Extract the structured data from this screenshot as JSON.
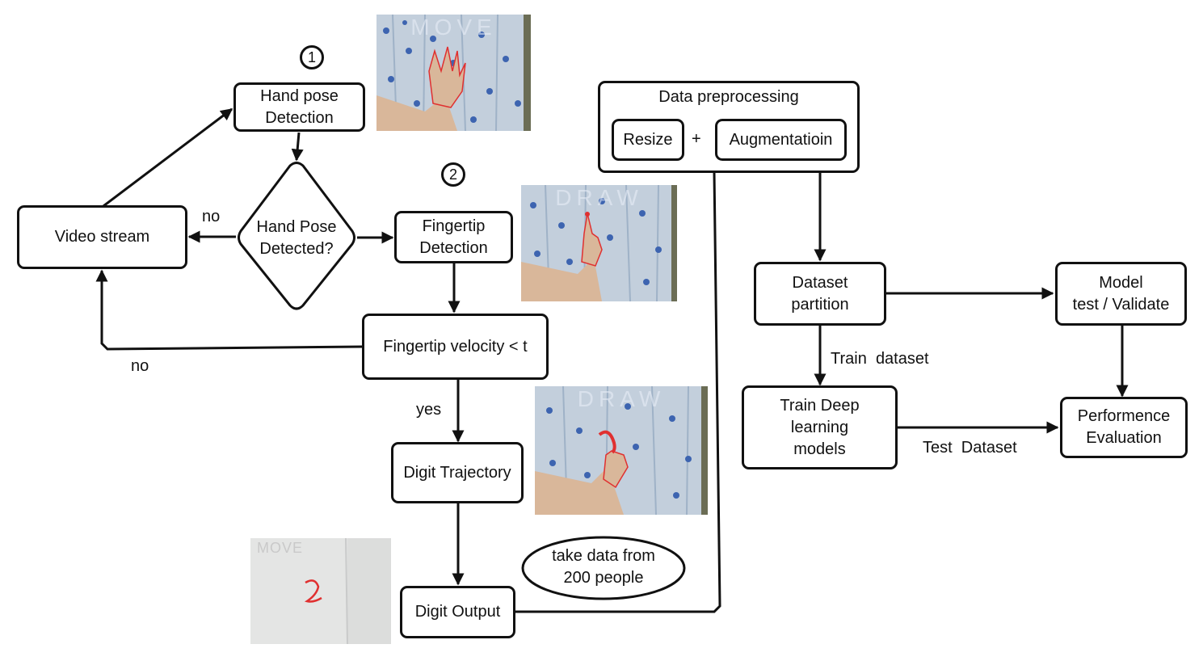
{
  "steps": {
    "step1": "1",
    "step2": "2"
  },
  "nodes": {
    "hand_pose_detection": "Hand pose\nDetection",
    "hand_pose_detected": "Hand Pose\nDetected?",
    "video_stream": "Video stream",
    "fingertip_detection": "Fingertip\nDetection",
    "fingertip_velocity": "Fingertip velocity < t",
    "digit_trajectory": "Digit Trajectory",
    "digit_output": "Digit Output",
    "take_data": "take data from\n200 people",
    "data_preprocessing": "Data preprocessing",
    "resize": "Resize",
    "plus": "+",
    "augmentation": "Augmentatioin",
    "dataset_partition": "Dataset\npartition",
    "model_test": "Model\ntest / Validate",
    "train_models": "Train Deep\nlearning\nmodels",
    "performance": "Performence\nEvaluation"
  },
  "edge_labels": {
    "no_left": "no",
    "no_bottom": "no",
    "yes": "yes",
    "train_dataset": "Train  dataset",
    "test_dataset": "Test  Dataset"
  },
  "photos": {
    "photo1_watermark": "MOVE",
    "photo2_watermark": "DRAW",
    "photo3_watermark": "DRAW",
    "photo4_watermark": "MOVE"
  },
  "colors": {
    "line": "#111111",
    "curtain": "#b9c7d6",
    "flower": "#3d64b0",
    "skin": "#d9b79a",
    "landmark": "#e03030"
  }
}
